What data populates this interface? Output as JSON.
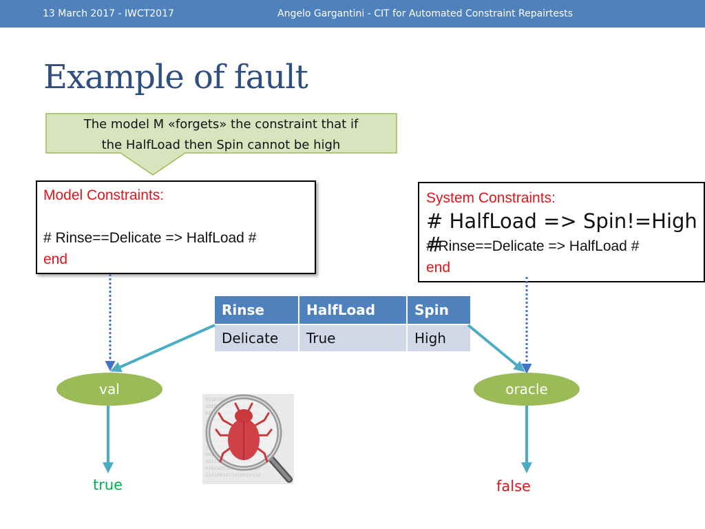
{
  "header": {
    "date": "13 March 2017 - IWCT2017",
    "author": "Angelo Gargantini -  CIT for Automated Constraint Repairtests"
  },
  "title": "Example of fault",
  "callout": {
    "line1": "The model M «forgets» the constraint that if",
    "line2": "the  HalfLoad then Spin cannot be high"
  },
  "model_box": {
    "header": "Model Constraints:",
    "line1": "# Rinse==Delicate => HalfLoad #",
    "line2": "end"
  },
  "system_box": {
    "header": "System Constraints:",
    "line_big": "# HalfLoad => Spin!=High #",
    "line1": "# Rinse==Delicate => HalfLoad #",
    "line2": "end"
  },
  "table": {
    "headers": [
      "Rinse",
      "HalfLoad",
      "Spin"
    ],
    "row": [
      "Delicate",
      "True",
      "High"
    ]
  },
  "nodes": {
    "val": "val",
    "oracle": "oracle"
  },
  "results": {
    "val": "true",
    "oracle": "false"
  },
  "colors": {
    "header_bar": "#4f81bd",
    "callout_fill": "#d7e4bd",
    "ellipse_fill": "#9bbb59",
    "arrow_teal": "#4bacc6",
    "dotted_blue": "#4472c4",
    "true_text": "#00b050",
    "false_text": "#e0151b"
  }
}
